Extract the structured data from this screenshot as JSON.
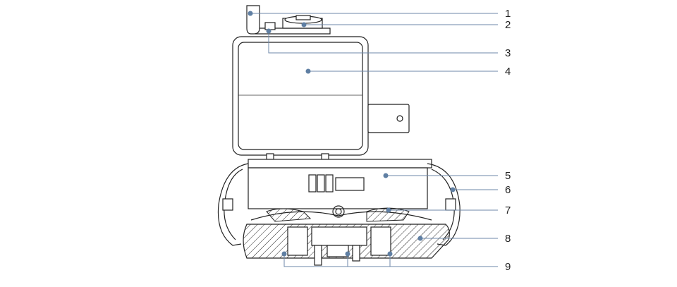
{
  "diagram": {
    "callouts": [
      {
        "label": "1"
      },
      {
        "label": "2"
      },
      {
        "label": "3"
      },
      {
        "label": "4"
      },
      {
        "label": "5"
      },
      {
        "label": "6"
      },
      {
        "label": "7"
      },
      {
        "label": "8"
      },
      {
        "label": "9"
      }
    ]
  },
  "colors": {
    "leader": "#6c87a8",
    "dot": "#5f7fa3",
    "outline": "#222222"
  }
}
